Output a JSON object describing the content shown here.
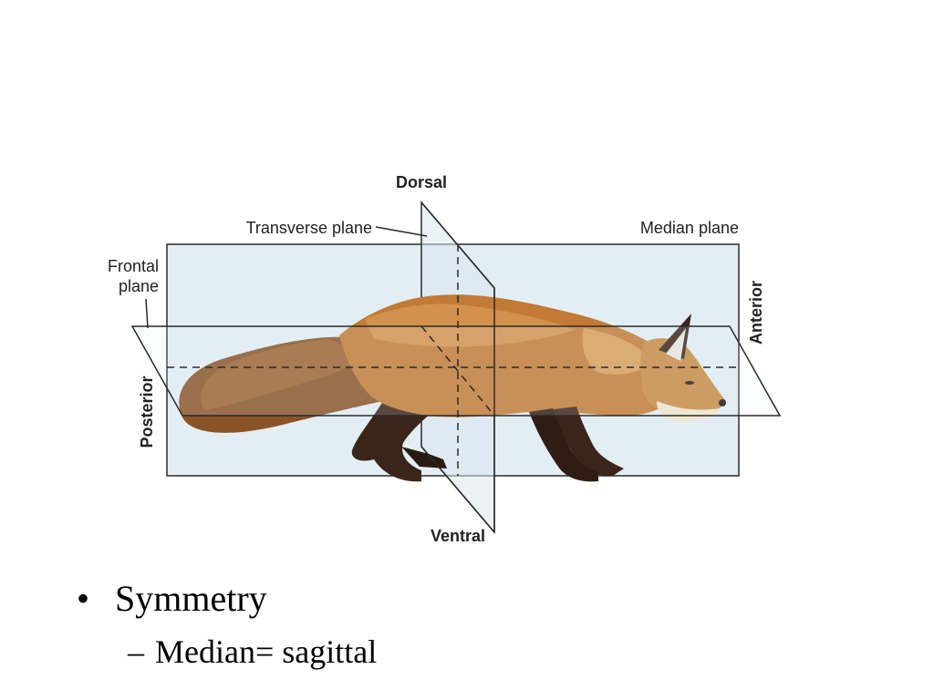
{
  "diagram": {
    "labels": {
      "dorsal": "Dorsal",
      "ventral": "Ventral",
      "anterior": "Anterior",
      "posterior": "Posterior",
      "transverse_plane": "Transverse plane",
      "median_plane": "Median plane",
      "frontal_plane_line1": "Frontal",
      "frontal_plane_line2": "plane"
    },
    "colors": {
      "plane_fill": "#e2eef3",
      "plane_stroke": "#2a2a2a",
      "fox_body": "#c27a35",
      "fox_tail": "#8a5428",
      "fox_legs": "#3b2419",
      "fox_belly": "#f1e6cf"
    }
  },
  "bullets": {
    "level1": {
      "marker": "•",
      "text": "Symmetry"
    },
    "level2": {
      "marker": "–",
      "text": "Median= sagittal"
    }
  }
}
